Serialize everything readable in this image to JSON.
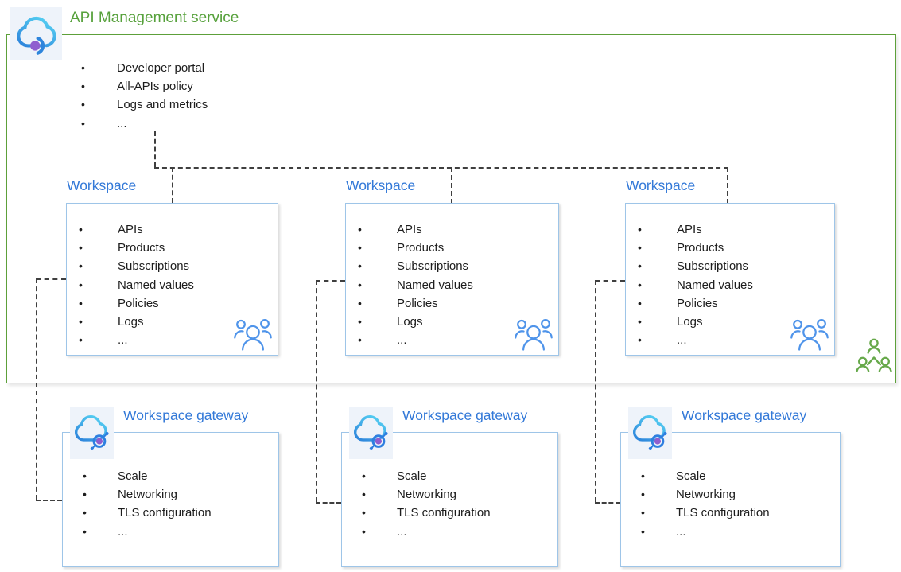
{
  "service": {
    "title": "API Management service",
    "items": [
      "Developer portal",
      "All-APIs policy",
      "Logs and metrics",
      "..."
    ]
  },
  "workspaces": [
    {
      "title": "Workspace",
      "items": [
        "APIs",
        "Products",
        "Subscriptions",
        "Named values",
        "Policies",
        "Logs",
        "..."
      ]
    },
    {
      "title": "Workspace",
      "items": [
        "APIs",
        "Products",
        "Subscriptions",
        "Named values",
        "Policies",
        "Logs",
        "..."
      ]
    },
    {
      "title": "Workspace",
      "items": [
        "APIs",
        "Products",
        "Subscriptions",
        "Named values",
        "Policies",
        "Logs",
        "..."
      ]
    }
  ],
  "gateways": [
    {
      "title": "Workspace gateway",
      "items": [
        "Scale",
        "Networking",
        "TLS configuration",
        "..."
      ]
    },
    {
      "title": "Workspace gateway",
      "items": [
        "Scale",
        "Networking",
        "TLS configuration",
        "..."
      ]
    },
    {
      "title": "Workspace gateway",
      "items": [
        "Scale",
        "Networking",
        "TLS configuration",
        "..."
      ]
    }
  ],
  "icons": {
    "service_icon": "api-management-cloud-icon",
    "gateway_icon": "workspace-gateway-cloud-icon",
    "team_icon": "team-people-icon",
    "org_icon": "organization-people-icon"
  },
  "colors": {
    "service_green": "#57a13c",
    "title_blue": "#3379d8",
    "box_border_blue": "#9ec5e8",
    "connector_gray": "#3f3f3f",
    "team_icon_blue": "#4f94ea",
    "org_icon_green": "#67a94b",
    "icon_purple": "#8f5ecf",
    "text_dark": "#1d1d1d"
  }
}
